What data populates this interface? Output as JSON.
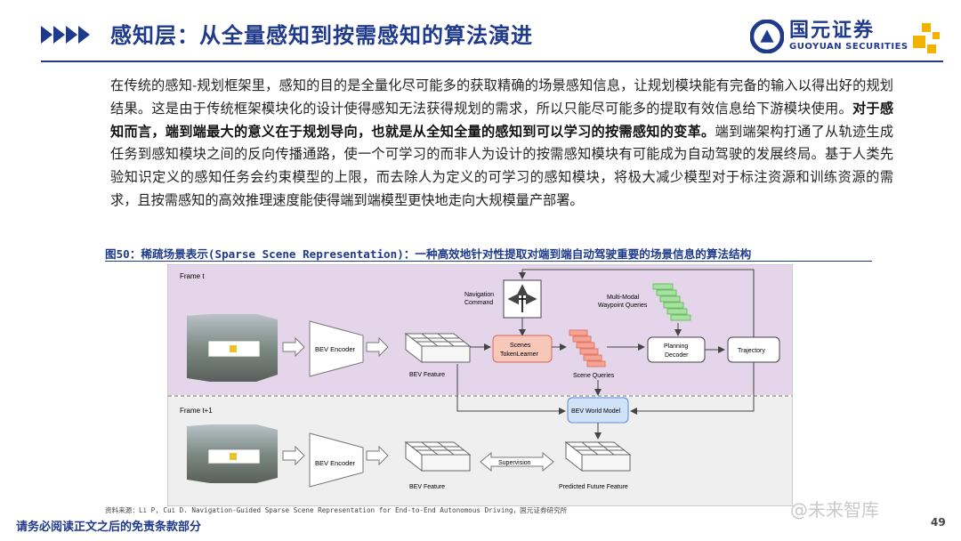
{
  "header": {
    "title": "感知层：从全量感知到按需感知的算法演进",
    "logo_cn": "国元证券",
    "logo_en": "GUOYUAN SECURITIES"
  },
  "body": {
    "p1": "在传统的感知-规划框架里，感知的目的是全量化尽可能多的获取精确的场景感知信息，让规划模块能有完备的输入以得出好的规划结果。这是由于传统框架模块化的设计使得感知无法获得规划的需求，所以只能尽可能多的提取有效信息给下游模块使用。",
    "p1_bold": "对于感知而言，端到端最大的意义在于规划导向，也就是从全知全量的感知到可以学习的按需感知的变革。",
    "p1_tail": "端到端架构打通了从轨迹生成任务到感知模块之间的反向传播通路，使一个可学习的而非人为设计的按需感知模块有可能成为自动驾驶的发展终局。基于人类先验知识定义的感知任务会约束模型的上限，而去除人为定义的可学习的感知模块，将极大减少模型对于标注资源和训练资源的需求，且按需感知的高效推理速度能使得端到端模型更快地走向大规模量产部署。"
  },
  "figure": {
    "caption": "图50：稀疏场景表示(Sparse Scene Representation)：一种高效地针对性提取对端到端自动驾驶重要的场景信息的算法结构",
    "labels": {
      "frame_t": "Frame t",
      "frame_t1": "Frame t+1",
      "bev_encoder": "BEV Encoder",
      "bev_encoder_2": "BEV Encoder",
      "bev_feature": "BEV Feature",
      "bev_feature_2": "BEV Feature",
      "nav_cmd_1": "Navigation",
      "nav_cmd_2": "Command",
      "scenes_1": "Scenes",
      "scenes_2": "TokenLearner",
      "multimodal_1": "Multi-Modal",
      "multimodal_2": "Waypoint Queries",
      "scene_queries": "Scene Queries",
      "planning_1": "Planning",
      "planning_2": "Decoder",
      "trajectory": "Trajectory",
      "world_model": "BEV World Model",
      "supervision": "Supervision",
      "predicted_future": "Predicted Future Feature"
    }
  },
  "footer": {
    "source": "资料来源：Li P, Cui D. Navigation-Guided Sparse Scene Representation for End-to-End Autonomous Driving，国元证券研究所",
    "disclaimer": "请务必阅读正文之后的免责条款部分",
    "watermark": "@未来智库",
    "page": "49"
  },
  "colors": {
    "brand_blue": "#1f3a8a",
    "frame_t_bg": "#e4d5ea",
    "frame_t1_bg": "#eeeeee",
    "scenes_box": "#f7c7b9",
    "scene_query": "#f4a394",
    "waypoint_query": "#a7e0a1",
    "world_model": "#cfe2f8"
  }
}
